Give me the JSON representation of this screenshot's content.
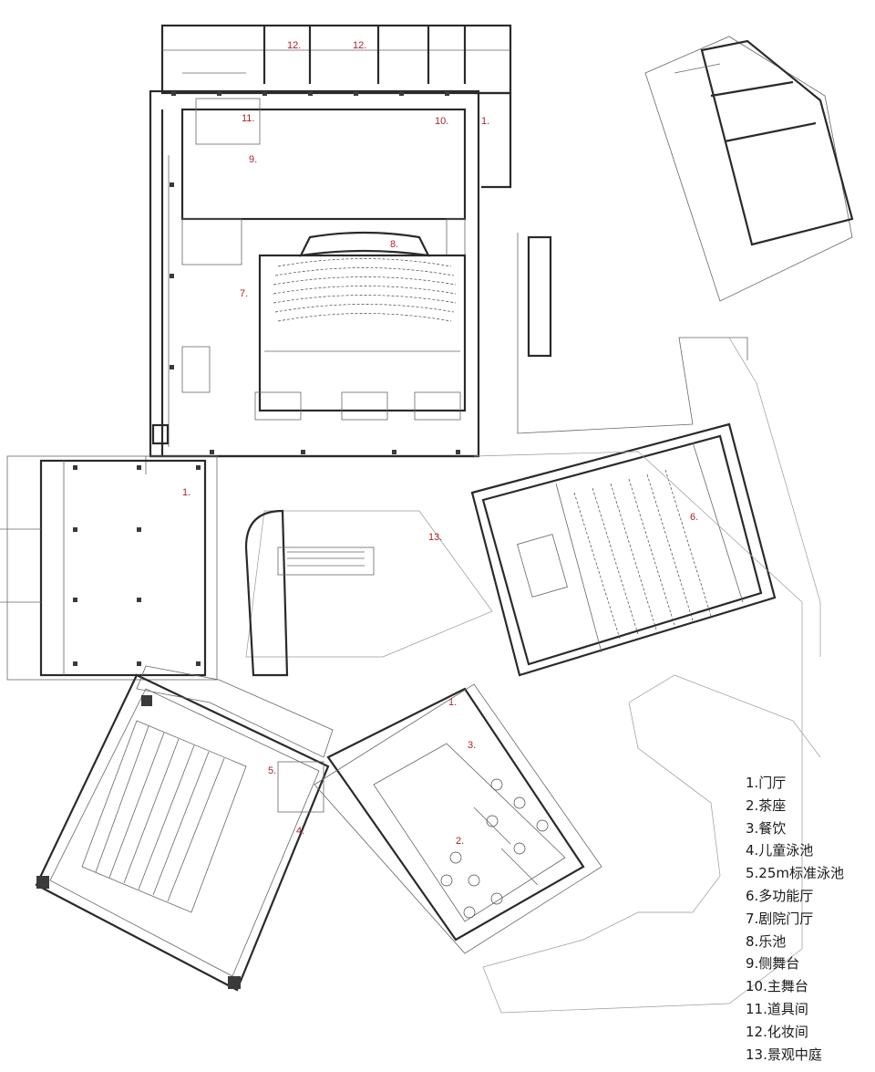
{
  "room_labels": [
    {
      "id": "1a",
      "text": "1."
    },
    {
      "id": "1b",
      "text": "1."
    },
    {
      "id": "1c",
      "text": "1."
    },
    {
      "id": "2",
      "text": "2."
    },
    {
      "id": "3",
      "text": "3."
    },
    {
      "id": "4",
      "text": "4."
    },
    {
      "id": "5",
      "text": "5."
    },
    {
      "id": "6",
      "text": "6."
    },
    {
      "id": "7",
      "text": "7."
    },
    {
      "id": "8",
      "text": "8."
    },
    {
      "id": "9",
      "text": "9."
    },
    {
      "id": "10",
      "text": "10."
    },
    {
      "id": "11",
      "text": "11."
    },
    {
      "id": "12a",
      "text": "12."
    },
    {
      "id": "12b",
      "text": "12."
    },
    {
      "id": "13",
      "text": "13."
    }
  ],
  "legend": [
    "1.门厅",
    "2.茶座",
    "3.餐饮",
    "4.儿童泳池",
    "5.25m标准泳池",
    "6.多功能厅",
    "7.剧院门厅",
    "8.乐池",
    "9.侧舞台",
    "10.主舞台",
    "11.道具间",
    "12.化妆间",
    "13.景观中庭"
  ]
}
